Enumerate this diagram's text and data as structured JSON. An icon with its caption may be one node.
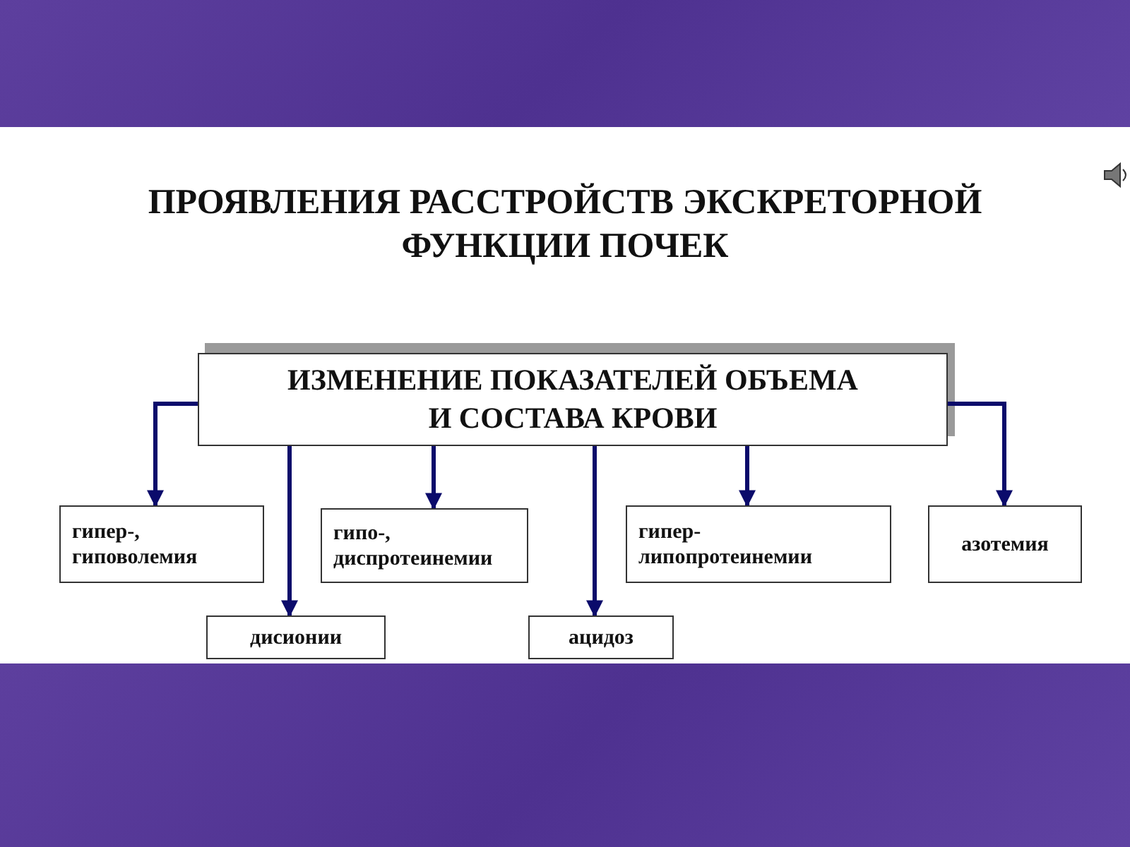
{
  "diagram": {
    "title": "ПРОЯВЛЕНИЯ РАССТРОЙСТВ ЭКСКРЕТОРНОЙ ФУНКЦИИ ПОЧЕК",
    "nodes": [
      {
        "text": [
          "ИЗМЕНЕНИЕ ПОКАЗАТЕЛЕЙ ОБЪЕМА И СОСТАВА КРОВИ"
        ]
      },
      {
        "text": [
          "гипер-, гиповолемия"
        ]
      },
      {
        "text": [
          "дисионии"
        ]
      },
      {
        "text": [
          "гипо-, диспротеинемии"
        ]
      },
      {
        "text": [
          "ацидоз"
        ]
      },
      {
        "text": [
          "гипер- липопротеинемии"
        ]
      },
      {
        "text": [
          "азотемия"
        ]
      }
    ],
    "edges": [
      {
        "from": 0,
        "to": 1,
        "arrow": "to"
      },
      {
        "from": 0,
        "to": 2,
        "arrow": "to"
      },
      {
        "from": 0,
        "to": 3,
        "arrow": "to"
      },
      {
        "from": 0,
        "to": 4,
        "arrow": "to"
      },
      {
        "from": 0,
        "to": 5,
        "arrow": "to"
      },
      {
        "from": 0,
        "to": 6,
        "arrow": "to"
      }
    ]
  }
}
